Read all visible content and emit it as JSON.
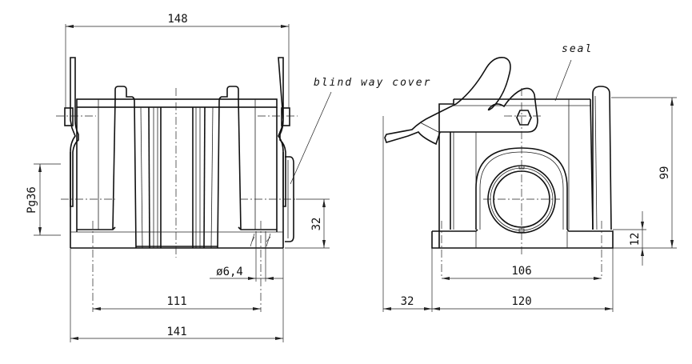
{
  "drawing": {
    "views": [
      {
        "name": "front-view",
        "description": "Hood front view with locking levers and blind way cover"
      },
      {
        "name": "side-view",
        "description": "Hood side view with single locking lever, cable entry and seal"
      }
    ],
    "annotations": {
      "blind_way_cover": "blind way cover",
      "seal": "seal"
    },
    "dimensions": {
      "front": {
        "overall_lever_width": "148",
        "thread": "Pg36",
        "entry_height": "32",
        "hole_diameter": "ø6,4",
        "hole_spacing": "111",
        "base_width": "141"
      },
      "side": {
        "height": "99",
        "base_height": "12",
        "hole_spacing": "106",
        "base_length": "120",
        "lever_overhang": "32"
      }
    }
  }
}
